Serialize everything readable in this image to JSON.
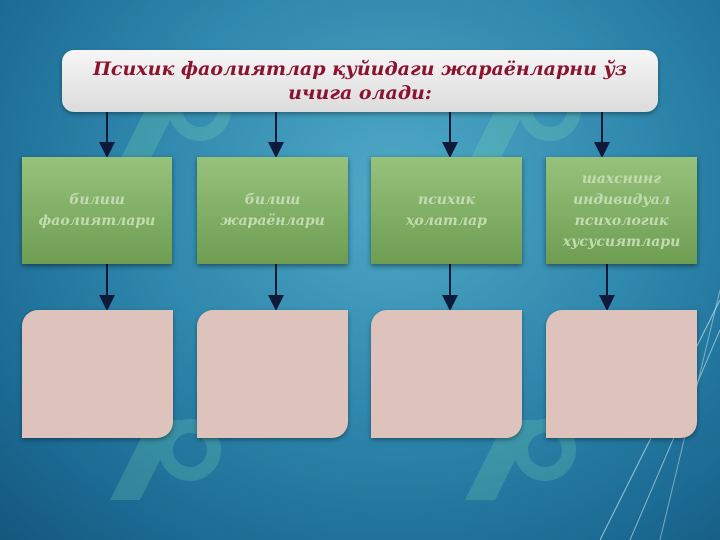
{
  "title": "Психик фаолиятлар қуйидаги жараёнларни ўз ичига олади:",
  "categories": [
    {
      "label": "билиш фаолиятлари"
    },
    {
      "label": "билиш жараёнлари"
    },
    {
      "label": "психик ҳолатлар"
    },
    {
      "label": "шахснинг индивидуал психологик хусусиятлари"
    }
  ],
  "colors": {
    "title_text": "#8a1430",
    "green_box": "#7fae63",
    "pink_box": "#ddc3bc",
    "arrow": "#0f1a3a"
  }
}
